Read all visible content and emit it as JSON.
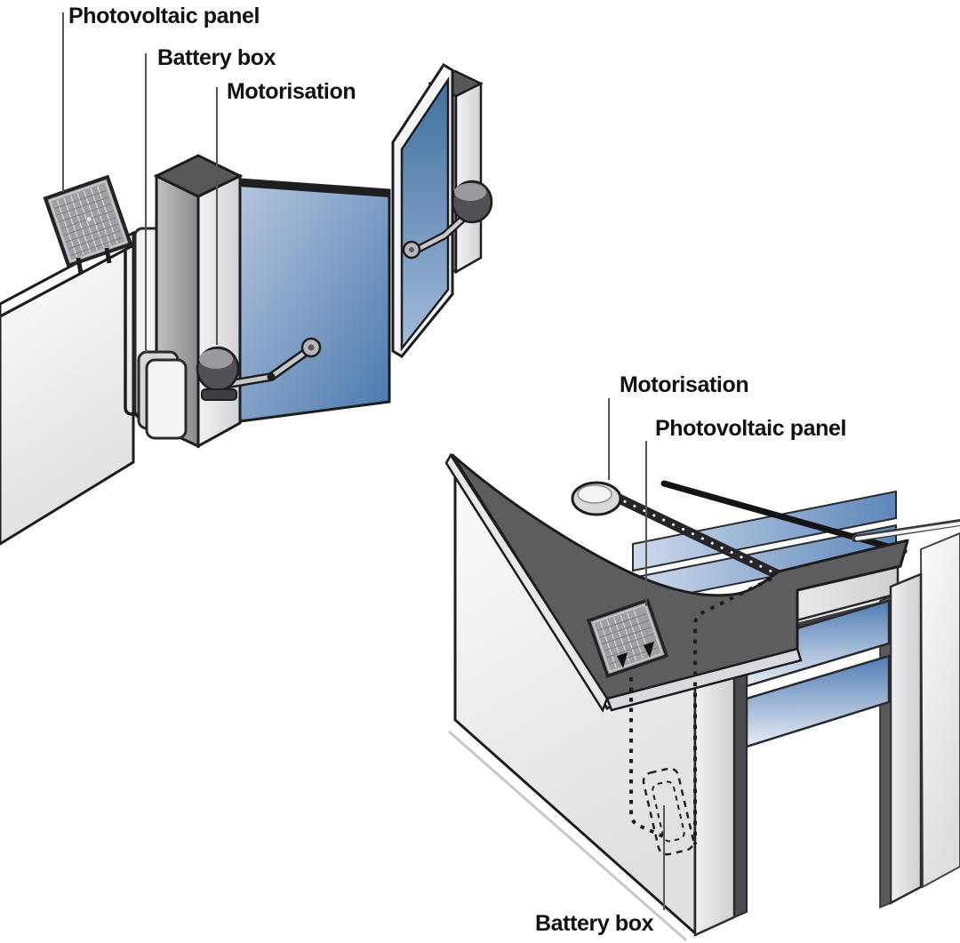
{
  "diagram": {
    "scene1": {
      "name": "swing-gate-solar-automation",
      "labels": {
        "photovoltaic": "Photovoltaic panel",
        "battery": "Battery box",
        "motorisation": "Motorisation"
      }
    },
    "scene2": {
      "name": "garage-door-solar-automation",
      "labels": {
        "motorisation": "Motorisation",
        "photovoltaic": "Photovoltaic panel",
        "battery": "Battery box"
      }
    },
    "colors": {
      "gate_blue_deep": "#4a78ae",
      "gate_blue_light": "#b8c8e0",
      "structure_dark": "#5d5d60",
      "structure_light": "#d9d9db",
      "outline": "#1d1d1f",
      "label_text": "#111214",
      "leader_line": "#55555a"
    }
  }
}
